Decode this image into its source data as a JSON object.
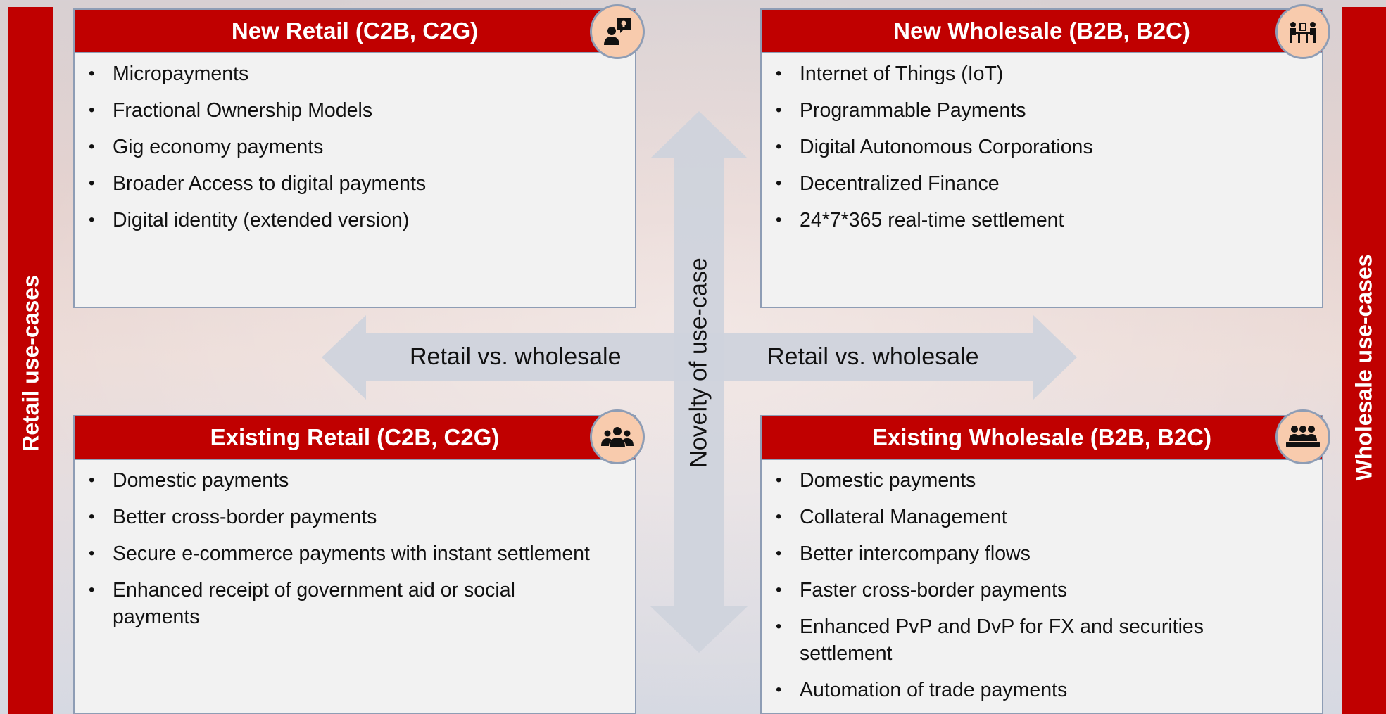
{
  "side_labels": {
    "left": "Retail use-cases",
    "right": "Wholesale use-cases"
  },
  "axes": {
    "horizontal_left": "Retail vs. wholesale",
    "horizontal_right": "Retail vs. wholesale",
    "vertical": "Novelty of use-case"
  },
  "quadrants": {
    "new_retail": {
      "title": "New Retail (C2B, C2G)",
      "icon": "idea-person-icon",
      "items": [
        "Micropayments",
        "Fractional Ownership Models",
        "Gig economy payments",
        "Broader Access to digital payments",
        "Digital identity (extended version)"
      ]
    },
    "new_wholesale": {
      "title": "New Wholesale (B2B, B2C)",
      "icon": "meeting-table-icon",
      "items": [
        "Internet of Things (IoT)",
        "Programmable Payments",
        "Digital Autonomous Corporations",
        "Decentralized Finance",
        "24*7*365 real-time settlement"
      ]
    },
    "existing_retail": {
      "title": "Existing Retail (C2B, C2G)",
      "icon": "people-group-icon",
      "items": [
        "Domestic payments",
        "Better cross-border payments",
        "Secure e-commerce payments with instant settlement",
        "Enhanced receipt of government aid or social payments"
      ]
    },
    "existing_wholesale": {
      "title": "Existing Wholesale (B2B, B2C)",
      "icon": "team-icon",
      "items": [
        "Domestic payments",
        "Collateral Management",
        "Better intercompany flows",
        "Faster cross-border payments",
        "Enhanced PvP and DvP for FX and securities settlement",
        "Automation of trade payments"
      ]
    }
  },
  "colors": {
    "accent": "#c00000",
    "arrow": "#cfd3dc",
    "badge": "#f8cbad",
    "panel_bg": "#f2f2f2",
    "border": "#8e9db5"
  }
}
